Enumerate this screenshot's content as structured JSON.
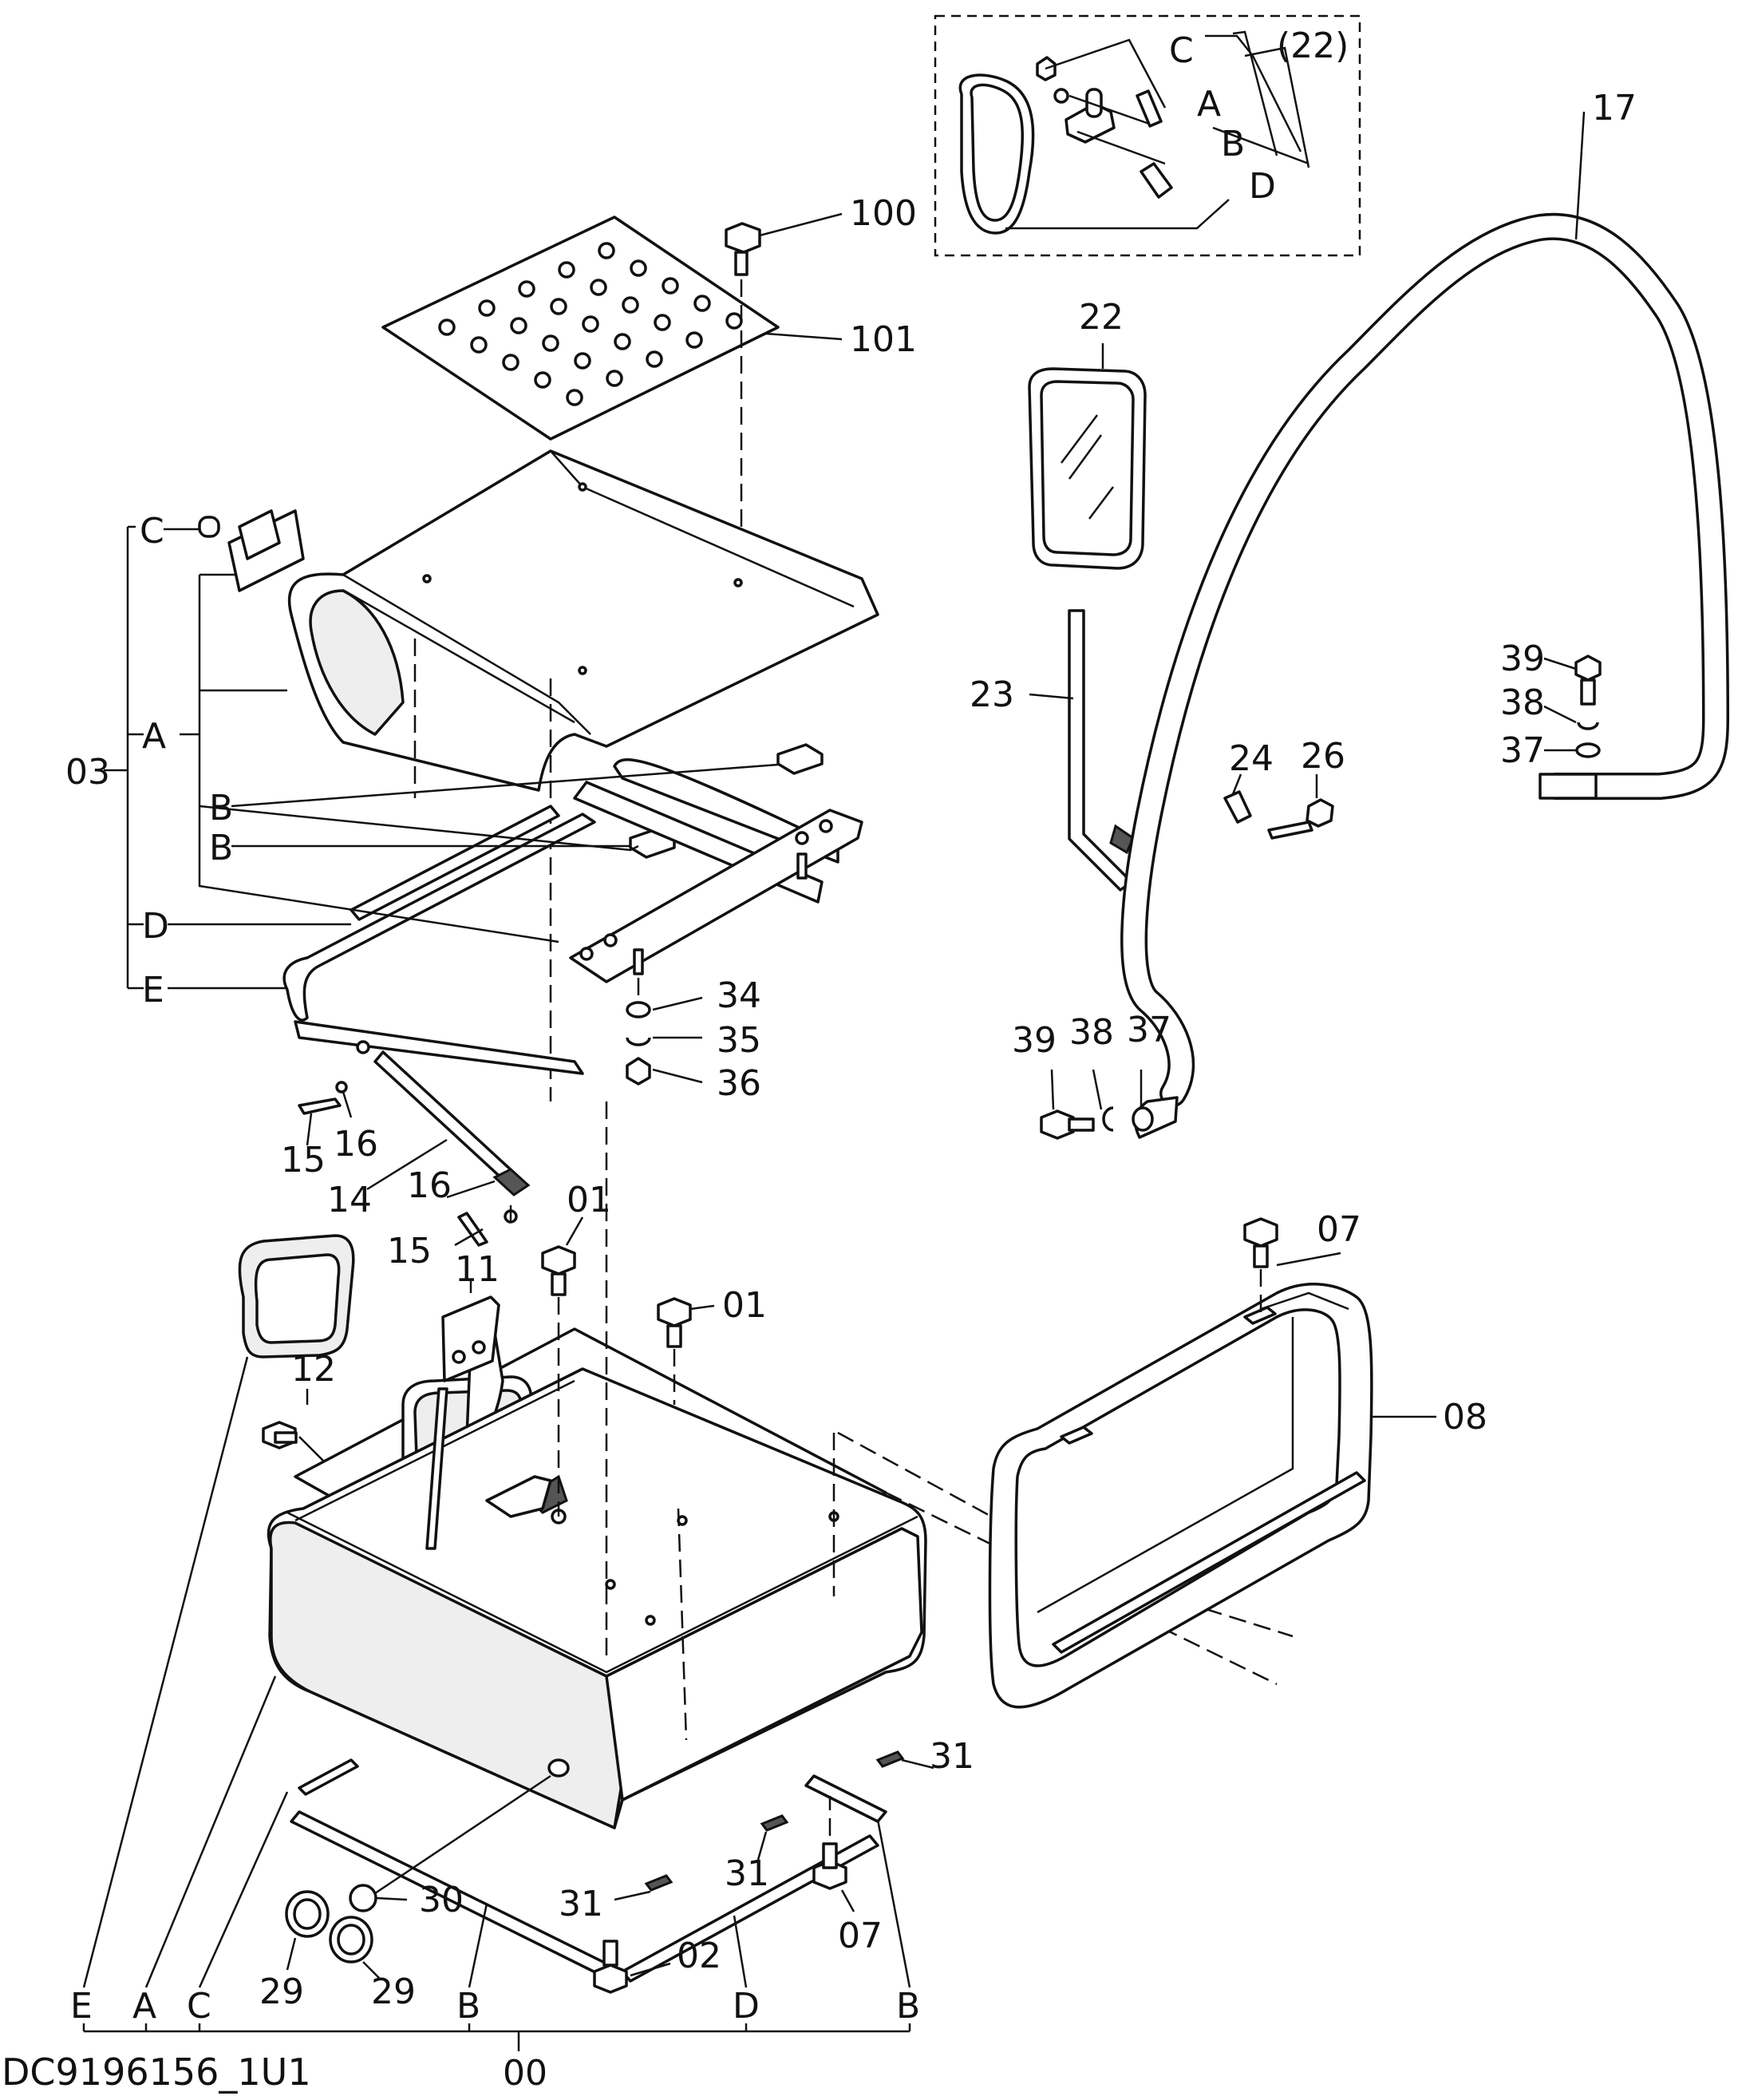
{
  "diagram": {
    "drawing_code": "DC9196156_1U1",
    "inset": {
      "group": "(22)",
      "letters": [
        "C",
        "A",
        "B",
        "D"
      ]
    },
    "side_group_labels": {
      "group": "03",
      "letters": [
        "C",
        "A",
        "B",
        "B",
        "D",
        "E"
      ]
    },
    "bottom_group": {
      "group": "00",
      "letters": [
        "E",
        "A",
        "C",
        "B",
        "D",
        "B"
      ]
    },
    "callouts": {
      "c100": "100",
      "c101": "101",
      "c17": "17",
      "c22": "22",
      "c23": "23",
      "c24": "24",
      "c26": "26",
      "c39a": "39",
      "c38a": "38",
      "c37a": "37",
      "c39b": "39",
      "c38b": "38",
      "c37b": "37",
      "c34": "34",
      "c35": "35",
      "c36": "36",
      "c15a": "15",
      "c16a": "16",
      "c14": "14",
      "c16b": "16",
      "c15b": "15",
      "c01a": "01",
      "c01b": "01",
      "c11": "11",
      "c12": "12",
      "c07a": "07",
      "c08": "08",
      "c31a": "31",
      "c31b": "31",
      "c31c": "31",
      "c30": "30",
      "c29a": "29",
      "c29b": "29",
      "c07b": "07",
      "c02": "02"
    }
  }
}
